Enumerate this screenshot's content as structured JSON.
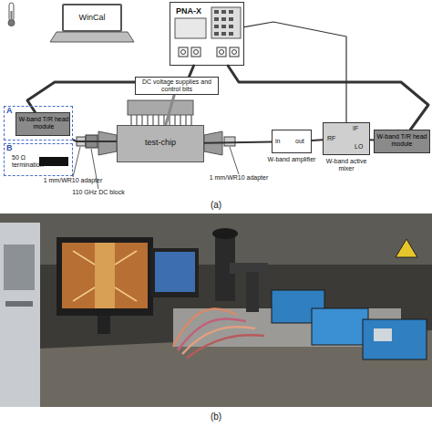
{
  "diagram": {
    "nodes": [
      {
        "text": [
          "WinCal"
        ]
      },
      {
        "text": [
          "PNA-X"
        ]
      },
      {
        "text": [
          "DC voltage supplies and control bits"
        ]
      },
      {
        "text": [
          "A"
        ]
      },
      {
        "text": [
          "W-band T/R head module"
        ],
        "in": 3
      },
      {
        "text": [
          "B"
        ]
      },
      {
        "text": [
          "50 Ω termination"
        ],
        "in": 5
      },
      {
        "text": [
          "test-chip"
        ]
      },
      {
        "text": [
          "in",
          "out",
          "W-band amplifier"
        ]
      },
      {
        "text": [
          "IF",
          "RF",
          "LO",
          "W-band active mixer"
        ]
      },
      {
        "text": [
          "W-band T/R head module"
        ]
      }
    ],
    "edges": [
      {
        "from": 1,
        "to": 4,
        "arrow": "none"
      },
      {
        "from": 1,
        "to": 10,
        "arrow": "none"
      },
      {
        "from": 1,
        "to": 9,
        "arrow": "none"
      },
      {
        "from": 2,
        "to": 7,
        "arrow": "none"
      },
      {
        "from": 3,
        "to": 7,
        "arrow": "none"
      },
      {
        "from": 7,
        "to": 8,
        "arrow": "none"
      },
      {
        "from": 8,
        "to": 9,
        "arrow": "none"
      },
      {
        "from": 9,
        "to": 10,
        "arrow": "none"
      }
    ],
    "labels": [
      "1 mm/WR10 adapter",
      "110 GHz DC block",
      "1 mm/WR10 adapter",
      "(a)",
      "(b)"
    ]
  }
}
